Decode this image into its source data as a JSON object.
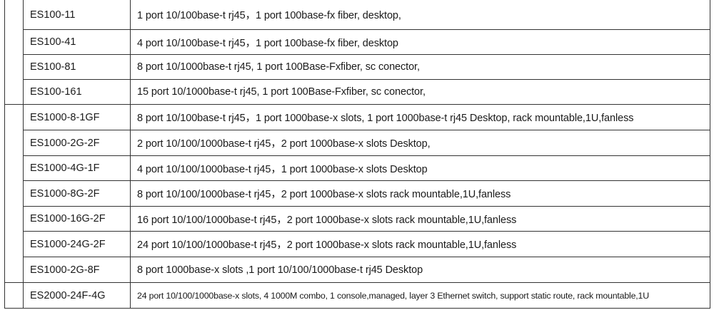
{
  "table": {
    "rows": [
      {
        "model": "ES100-11",
        "desc": "1 port 10/100base-t rj45，1 port 100base-fx fiber, desktop,"
      },
      {
        "model": "ES100-41",
        "desc": "4 port 10/100base-t rj45，1 port 100base-fx fiber, desktop"
      },
      {
        "model": "ES100-81",
        "desc": "8 port 10/1000base-t rj45, 1 port 100Base-Fxfiber, sc conector,"
      },
      {
        "model": "ES100-161",
        "desc": "15 port 10/1000base-t rj45, 1 port 100Base-Fxfiber, sc conector,"
      },
      {
        "model": "ES1000-8-1GF",
        "desc": "8 port 10/100base-t rj45，1 port 1000base-x slots, 1 port 1000base-t rj45 Desktop, rack mountable,1U,fanless"
      },
      {
        "model": "ES1000-2G-2F",
        "desc": "2 port 10/100/1000base-t rj45，2 port 1000base-x slots Desktop,"
      },
      {
        "model": "ES1000-4G-1F",
        "desc": "4 port 10/100/1000base-t rj45，1 port 1000base-x slots Desktop"
      },
      {
        "model": "ES1000-8G-2F",
        "desc": "8 port 10/100/1000base-t rj45，2 port 1000base-x slots rack mountable,1U,fanless"
      },
      {
        "model": "ES1000-16G-2F",
        "desc": "16 port 10/100/1000base-t rj45，2 port 1000base-x slots rack mountable,1U,fanless"
      },
      {
        "model": "ES1000-24G-2F",
        "desc": "24 port 10/100/1000base-t rj45，2 port 1000base-x slots rack mountable,1U,fanless"
      },
      {
        "model": "ES1000-2G-8F",
        "desc": "8 port 1000base-x slots ,1 port 10/100/1000base-t rj45 Desktop"
      },
      {
        "model": "ES2000-24F-4G",
        "desc": "24 port 10/100/1000base-x slots, 4 1000M combo, 1 console,managed, layer 3 Ethernet switch, support static route, rack mountable,1U"
      }
    ]
  }
}
